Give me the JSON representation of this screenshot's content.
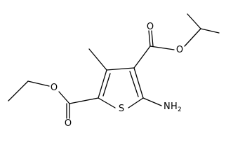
{
  "molecule": {
    "atoms": {
      "oxygen_1": "O",
      "oxygen_2": "O",
      "oxygen_3": "O",
      "oxygen_4": "O",
      "sulfur": "S",
      "amino_n": "N",
      "amino_h": "H",
      "amino_subscript": "2"
    },
    "colors": {
      "bond": "#000000",
      "label": "#000000",
      "background": "#ffffff"
    }
  }
}
